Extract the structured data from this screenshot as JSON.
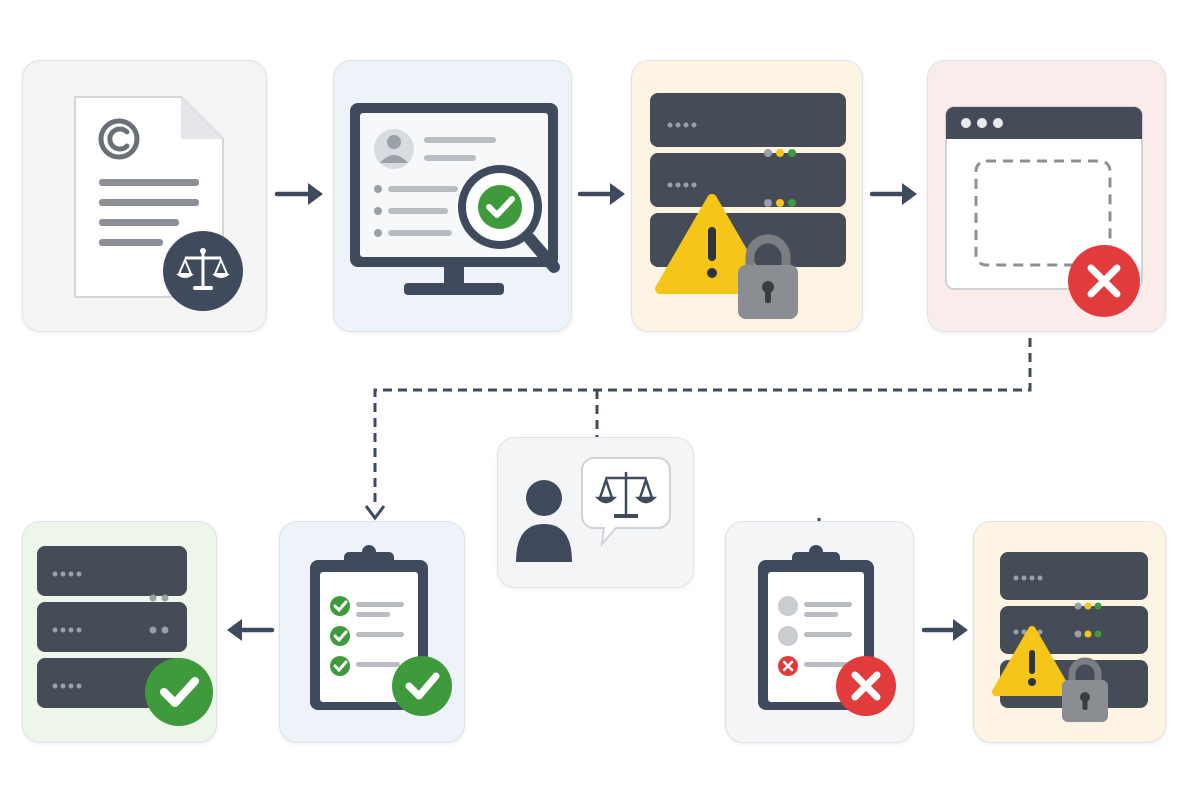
{
  "colors": {
    "navy": "#3f4a5c",
    "server_dark": "#464c57",
    "check_green": "#3f9a3c",
    "error_red": "#e23b3b",
    "warning_yellow": "#f5c518",
    "lock_grey": "#8a8d91",
    "card_bg_grey": "#f4f4f5",
    "card_bg_blue": "#eef3f9",
    "card_bg_yellow": "#fdf4e4",
    "card_bg_red": "#fbecec",
    "card_bg_green": "#eef5ea"
  },
  "cards": [
    {
      "id": "copyright-document",
      "icons": [
        "copyright-icon",
        "document-icon",
        "scales-of-justice-icon"
      ]
    },
    {
      "id": "content-review",
      "icons": [
        "monitor-icon",
        "user-profile-icon",
        "magnifier-icon",
        "checkmark-icon"
      ]
    },
    {
      "id": "server-warning",
      "icons": [
        "server-stack-icon",
        "warning-icon",
        "padlock-icon"
      ]
    },
    {
      "id": "blocked-window",
      "icons": [
        "browser-window-icon",
        "placeholder-box-icon",
        "close-icon"
      ]
    },
    {
      "id": "legal-review",
      "icons": [
        "person-icon",
        "speech-bubble-icon",
        "scales-of-justice-icon"
      ]
    },
    {
      "id": "approved-checklist",
      "icons": [
        "clipboard-icon",
        "checkmark-icon"
      ]
    },
    {
      "id": "server-restored",
      "icons": [
        "server-stack-icon",
        "checkmark-icon"
      ]
    },
    {
      "id": "rejected-checklist",
      "icons": [
        "clipboard-icon",
        "close-icon"
      ]
    },
    {
      "id": "server-locked",
      "icons": [
        "server-stack-icon",
        "warning-icon",
        "padlock-icon"
      ]
    }
  ],
  "connectors": [
    {
      "from": "copyright-document",
      "to": "content-review",
      "style": "solid"
    },
    {
      "from": "content-review",
      "to": "server-warning",
      "style": "solid"
    },
    {
      "from": "server-warning",
      "to": "blocked-window",
      "style": "solid"
    },
    {
      "from": "blocked-window",
      "to": "approved-checklist",
      "style": "dashed"
    },
    {
      "from": "blocked-window",
      "to": "legal-review",
      "style": "dashed"
    },
    {
      "from": "approved-checklist",
      "to": "server-restored",
      "style": "solid"
    },
    {
      "from": "rejected-checklist",
      "to": "server-locked",
      "style": "solid"
    }
  ]
}
